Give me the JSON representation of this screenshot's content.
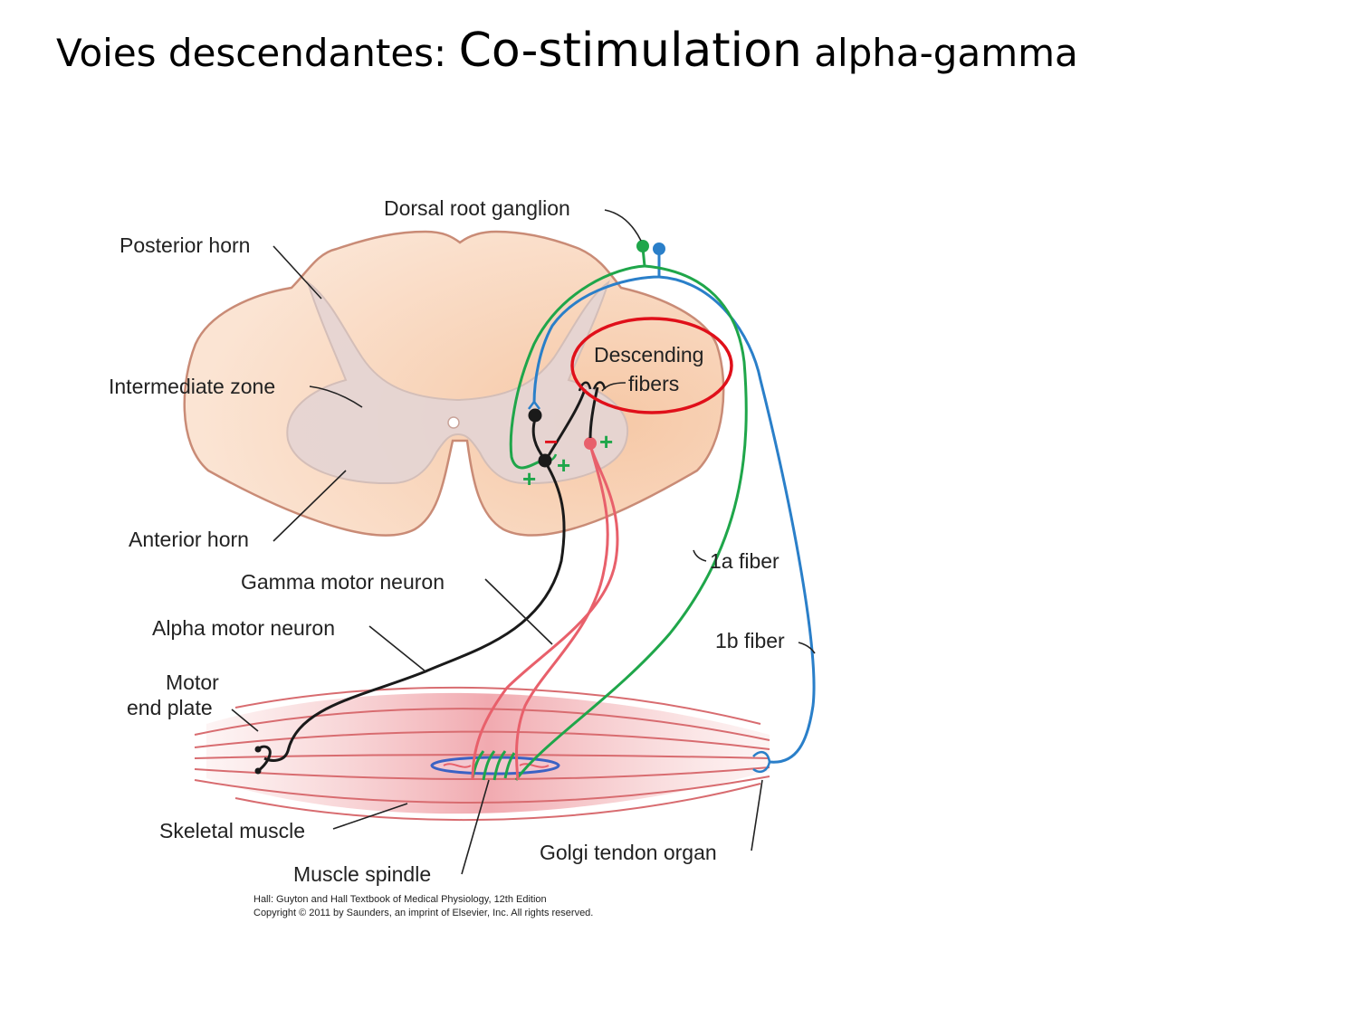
{
  "title": {
    "part1": "Voies descendantes: ",
    "part2": "Co-stimulation",
    "part3": " alpha-gamma"
  },
  "labels": {
    "dorsal_root_ganglion": "Dorsal root ganglion",
    "posterior_horn": "Posterior horn",
    "intermediate_zone": "Intermediate zone",
    "anterior_horn": "Anterior horn",
    "descending_line1": "Descending",
    "descending_line2": "fibers",
    "gamma_motor_neuron": "Gamma motor neuron",
    "alpha_motor_neuron": "Alpha motor neuron",
    "motor_end_plate_line1": "Motor",
    "motor_end_plate_line2": "end plate",
    "fiber_1a": "1a fiber",
    "fiber_1b": "1b fiber",
    "skeletal_muscle": "Skeletal muscle",
    "muscle_spindle": "Muscle spindle",
    "golgi_tendon_organ": "Golgi tendon organ"
  },
  "signs": {
    "plus": "+",
    "minus": "−"
  },
  "credit": {
    "line1": "Hall: Guyton and Hall Textbook of Medical Physiology, 12th Edition",
    "line2": "Copyright © 2011 by Saunders, an imprint of Elsevier, Inc. All rights reserved."
  },
  "colors": {
    "fiber_1a": "#1fa64a",
    "fiber_1b": "#2a7fc9",
    "alpha_motor": "#1a1a1a",
    "gamma_motor": "#e8606b",
    "highlight_circle": "#e0101a",
    "inhibitory_sign": "#e0101a",
    "excitatory_sign": "#1fa64a"
  }
}
